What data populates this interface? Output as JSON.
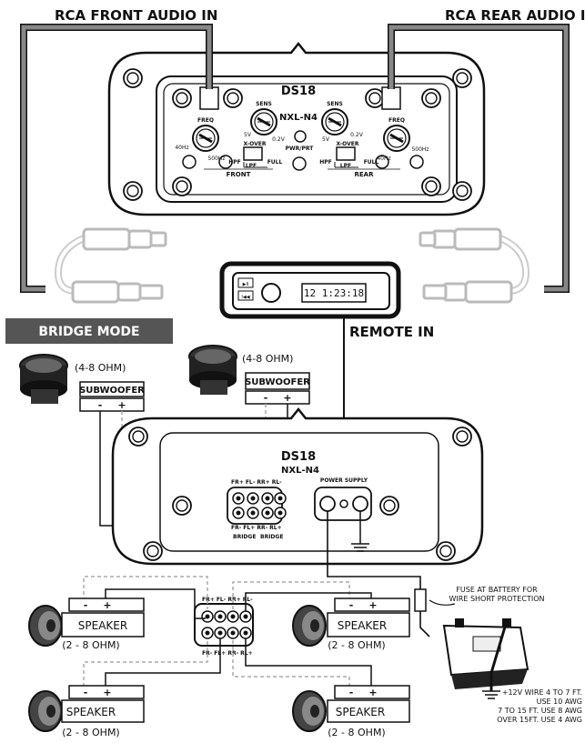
{
  "labels": {
    "rca_front": "RCA FRONT AUDIO IN",
    "rca_rear": "RCA REAR AUDIO IN",
    "bridge_mode": "BRIDGE MODE",
    "remote_in": "REMOTE IN"
  },
  "top_amp": {
    "logo": "DS18",
    "model": "NXL-N4",
    "sens_left": "SENS",
    "sens_right": "SENS",
    "freq_left": "FREQ",
    "freq_right": "FREQ",
    "v5_left": "5V",
    "v02_left": "0.2V",
    "v02_right": "0.2V",
    "v5_right": "5V",
    "xover_left": "X-OVER",
    "xover_right": "X-OVER",
    "hz40_left": "40Hz",
    "hz500_left": "500Hz",
    "hz40_right": "40Hz",
    "hz500_right": "500Hz",
    "hpf_left": "HPF",
    "lpf_left": "LPF",
    "full_left": "FULL",
    "hpf_right": "HPF",
    "lpf_right": "LPF",
    "full_right": "FULL",
    "front": "FRONT",
    "rear": "REAR",
    "pwr_prt": "PWR/PRT"
  },
  "head_unit": {
    "display_time": "12 1:23:18",
    "btn_play": "▶II",
    "btn_prev": "I◀◀"
  },
  "subwoofers": [
    {
      "ohm": "(4-8 OHM)",
      "label": "SUBWOOFER",
      "minus": "-",
      "plus": "+"
    },
    {
      "ohm": "(4-8 OHM)",
      "label": "SUBWOOFER",
      "minus": "-",
      "plus": "+"
    }
  ],
  "bottom_amp": {
    "logo": "DS18",
    "model": "NXL-N4",
    "top_terms": "FR+ FL- RR+ RL-",
    "bottom_terms": "FR- FL+ RR- RL+",
    "bridge1": "BRIDGE",
    "bridge2": "BRIDGE",
    "power_supply": "POWER SUPPLY"
  },
  "speakers": [
    {
      "label": "SPEAKER",
      "ohm": "(2 - 8 OHM)",
      "minus": "-",
      "plus": "+"
    },
    {
      "label": "SPEAKER",
      "ohm": "(2 - 8 OHM)",
      "minus": "-",
      "plus": "+"
    },
    {
      "label": "SPEAKER",
      "ohm": "(2 - 8 OHM)",
      "minus": "-",
      "plus": "+"
    },
    {
      "label": "SPEAKER",
      "ohm": "(2 - 8 OHM)",
      "minus": "-",
      "plus": "+"
    }
  ],
  "terminal_block": {
    "top": "FR+ FL- RR+ RL-",
    "bottom": "FR- FL+ RR- RL+"
  },
  "fuse_note": [
    "FUSE AT BATTERY FOR",
    "WIRE SHORT PROTECTION"
  ],
  "wire_note": [
    "+12V WIRE 4 TO 7 FT.",
    "USE 10 AWG",
    "7 TO 15 FT. USE 8 AWG",
    "OVER 15FT. USE 4 AWG"
  ]
}
